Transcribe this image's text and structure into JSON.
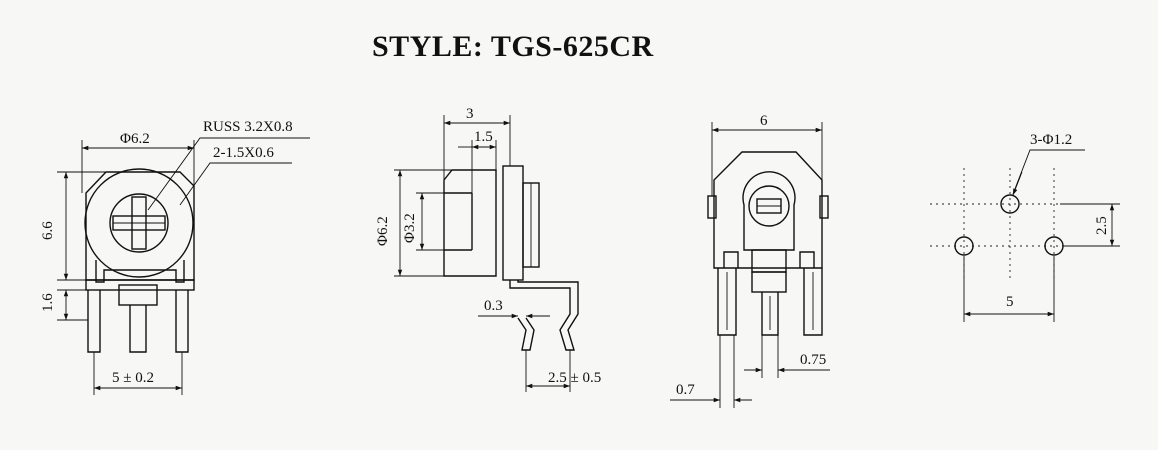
{
  "title": "STYLE: TGS-625CR",
  "labels": {
    "front_diameter": "Φ6.2",
    "front_thread": "RUSS 3.2X0.8",
    "front_slot": "2-1.5X0.6",
    "front_height": "6.6",
    "front_pin_height": "1.6",
    "front_pin_span": "5 ± 0.2",
    "side_width": "3",
    "side_inner": "1.5",
    "side_outer_dia": "Φ6.2",
    "side_inner_dia": "Φ3.2",
    "side_thickness": "0.3",
    "side_pitch": "2.5 ± 0.5",
    "back_width": "6",
    "back_pin_gap": "0.7",
    "back_pin_width": "0.75",
    "pcb_holes": "3-Φ1.2",
    "pcb_vertical": "2.5",
    "pcb_horizontal": "5"
  }
}
